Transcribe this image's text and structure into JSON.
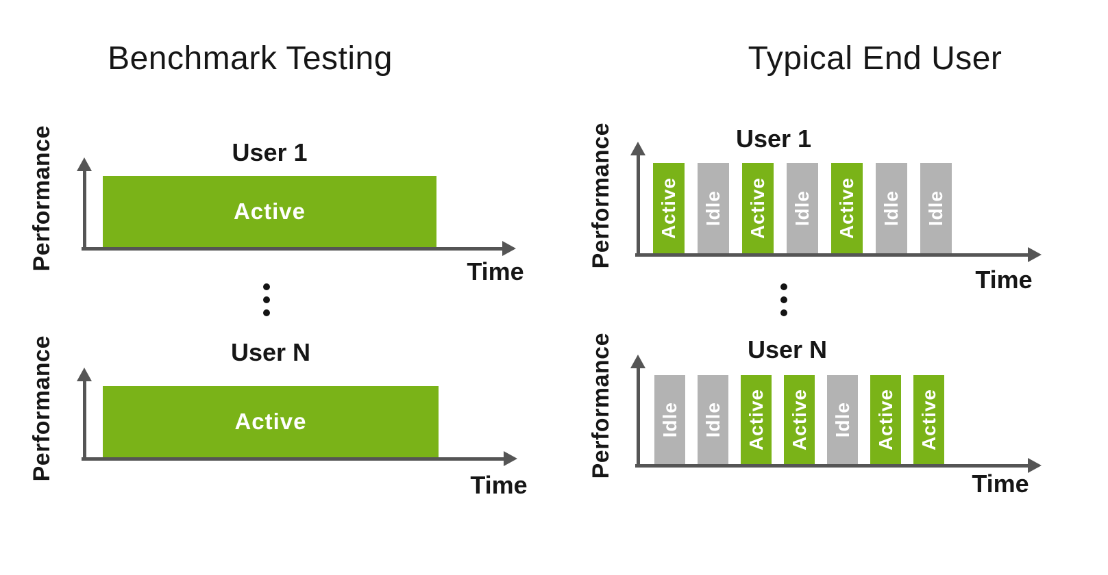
{
  "colors": {
    "background": "#ffffff",
    "active_green": "#7ab318",
    "idle_gray": "#b3b3b3",
    "axis_gray": "#555555",
    "text_black": "#161616",
    "bar_label_white": "#ffffff"
  },
  "panels": [
    {
      "title": "Benchmark Testing",
      "charts": [
        {
          "user_label": "User 1",
          "ylabel": "Performance",
          "xlabel": "Time",
          "segments": [
            {
              "label": "Active",
              "state": "active"
            }
          ]
        },
        {
          "user_label": "User N",
          "ylabel": "Performance",
          "xlabel": "Time",
          "segments": [
            {
              "label": "Active",
              "state": "active"
            }
          ]
        }
      ]
    },
    {
      "title": "Typical End User",
      "charts": [
        {
          "user_label": "User 1",
          "ylabel": "Performance",
          "xlabel": "Time",
          "segments": [
            {
              "label": "Active",
              "state": "active"
            },
            {
              "label": "Idle",
              "state": "idle"
            },
            {
              "label": "Active",
              "state": "active"
            },
            {
              "label": "Idle",
              "state": "idle"
            },
            {
              "label": "Active",
              "state": "active"
            },
            {
              "label": "Idle",
              "state": "idle"
            },
            {
              "label": "Idle",
              "state": "idle"
            }
          ]
        },
        {
          "user_label": "User N",
          "ylabel": "Performance",
          "xlabel": "Time",
          "segments": [
            {
              "label": "Idle",
              "state": "idle"
            },
            {
              "label": "Idle",
              "state": "idle"
            },
            {
              "label": "Active",
              "state": "active"
            },
            {
              "label": "Active",
              "state": "active"
            },
            {
              "label": "Idle",
              "state": "idle"
            },
            {
              "label": "Active",
              "state": "active"
            },
            {
              "label": "Active",
              "state": "active"
            }
          ]
        }
      ]
    }
  ],
  "chart_data": [
    {
      "type": "bar",
      "title": "User 1 — Benchmark Testing",
      "xlabel": "Time",
      "ylabel": "Performance",
      "segments": [
        "Active"
      ]
    },
    {
      "type": "bar",
      "title": "User N — Benchmark Testing",
      "xlabel": "Time",
      "ylabel": "Performance",
      "segments": [
        "Active"
      ]
    },
    {
      "type": "bar",
      "title": "User 1 — Typical End User",
      "xlabel": "Time",
      "ylabel": "Performance",
      "segments": [
        "Active",
        "Idle",
        "Active",
        "Idle",
        "Active",
        "Idle",
        "Idle"
      ]
    },
    {
      "type": "bar",
      "title": "User N — Typical End User",
      "xlabel": "Time",
      "ylabel": "Performance",
      "segments": [
        "Idle",
        "Idle",
        "Active",
        "Active",
        "Idle",
        "Active",
        "Active"
      ]
    }
  ]
}
